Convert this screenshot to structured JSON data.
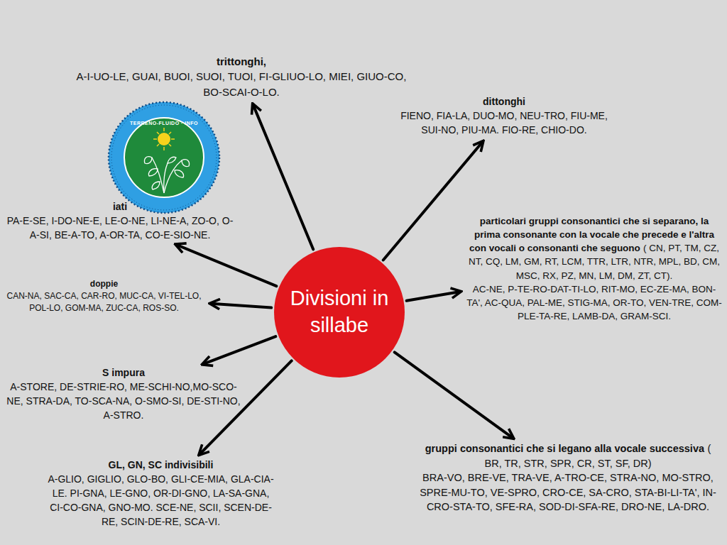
{
  "diagram": {
    "nodes": [
      {
        "text": [
          "Divisioni in sillabe"
        ]
      },
      {
        "text": [
          "trittonghi,",
          "A-I-UO-LE, GUAI, BUOI, SUOI, TUOI, FI-GLIUO-LO, MIEI, GIUO-CO, BO-SCAI-O-LO."
        ]
      },
      {
        "text": [
          "dittonghi",
          "FIENO, FIA-LA, DUO-MO, NEU-TRO, FIU-ME, SUI-NO, PIU-MA. FIO-RE, CHIO-DO."
        ]
      },
      {
        "text": [
          "iati",
          "PA-E-SE, I-DO-NE-E, LE-O-NE, LI-NE-A, ZO-O, O-A-SI, BE-A-TO, A-OR-TA, CO-E-SIO-NE."
        ]
      },
      {
        "text": [
          "particolari gruppi consonantici che si separano, la prima consonante con la vocale che precede e l'altra con vocali o consonanti che seguono",
          "( CN, PT, TM, CZ, NT, CQ, LM, GM, RT, LCM, TTR, LTR, NTR, MPL, BD, CM, MSC, RX, PZ, MN, LM, DM, ZT, CT).",
          "AC-NE, P-TE-RO-DAT-TI-LO, RIT-MO, EC-ZE-MA, BON-TA', AC-QUA, PAL-ME, STIG-MA, OR-TO, VEN-TRE, COM-PLE-TA-RE, LAMB-DA, GRAM-SCI."
        ]
      },
      {
        "text": [
          "doppie",
          "CAN-NA, SAC-CA, CAR-RO, MUC-CA, VI-TEL-LO, POL-LO, GOM-MA, ZUC-CA, ROS-SO."
        ]
      },
      {
        "text": [
          "S impura",
          "A-STORE, DE-STRIE-RO, ME-SCHI-NO,MO-SCO-NE, STRA-DA, TO-SCA-NA, O-SMO-SI, DE-STI-NO, A-STRO."
        ]
      },
      {
        "text": [
          "gruppi consonantici che si legano alla vocale successiva",
          "( BR, TR, STR, SPR, CR, ST, SF, DR)",
          "BRA-VO, BRE-VE, TRA-VE, A-TRO-CE, STRA-NO, MO-STRO, SPRE-MU-TO, VE-SPRO, CRO-CE, SA-CRO, STA-BI-LI-TA', IN-CRO-STA-TO, SFE-RA, SOD-DI-SFA-RE, DRO-NE, LA-DRO."
        ]
      },
      {
        "text": [
          "GL, GN, SC indivisibili",
          "A-GLIO, GIGLIO, GLO-BO, GLI-CE-MIA, GLA-CIA-LE. PI-GNA, LE-GNO, OR-DI-GNO, LA-SA-GNA, CI-CO-GNA, GNO-MO. SCE-NE, SCII, SCEN-DE-RE, SCIN-DE-RE, SCA-VI."
        ]
      }
    ],
    "edges": [
      {
        "from": 0,
        "to": 1,
        "arrow": "to"
      },
      {
        "from": 0,
        "to": 2,
        "arrow": "to"
      },
      {
        "from": 0,
        "to": 3,
        "arrow": "to"
      },
      {
        "from": 0,
        "to": 4,
        "arrow": "to"
      },
      {
        "from": 0,
        "to": 5,
        "arrow": "to"
      },
      {
        "from": 0,
        "to": 6,
        "arrow": "to"
      },
      {
        "from": 0,
        "to": 7,
        "arrow": "to"
      },
      {
        "from": 0,
        "to": 8,
        "arrow": "to"
      }
    ],
    "labels": [
      "TERRENO-FLUIDO · INFO"
    ]
  }
}
